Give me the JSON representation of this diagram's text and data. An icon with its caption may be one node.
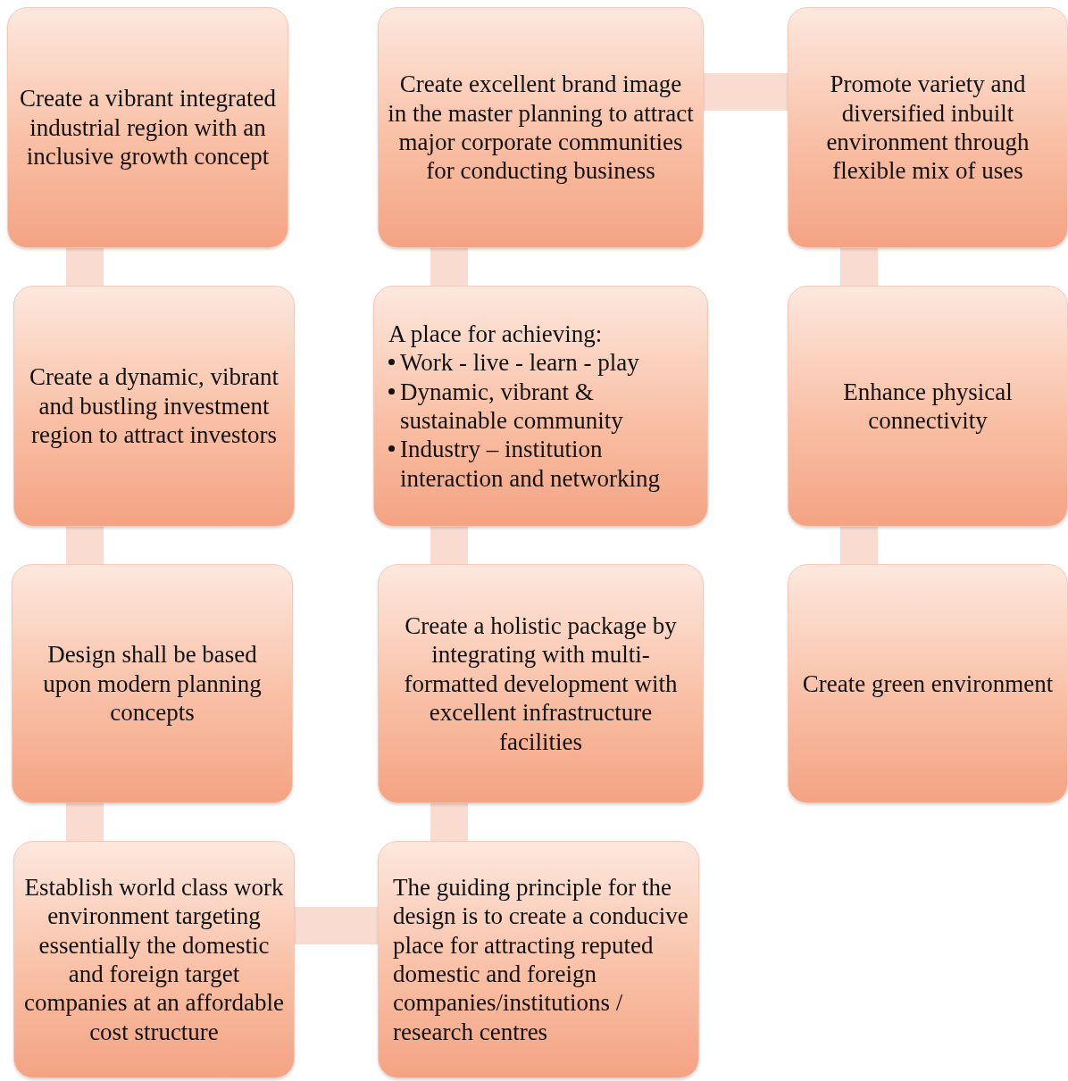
{
  "diagram": {
    "nodes": [
      {
        "text": [
          "Create a vibrant integrated industrial region with an inclusive growth concept"
        ]
      },
      {
        "text": [
          "Create a dynamic, vibrant and bustling investment region to attract investors"
        ]
      },
      {
        "text": [
          "Design shall be based upon modern planning concepts"
        ]
      },
      {
        "text": [
          "Establish world class work environment targeting essentially the domestic and foreign target companies at an affordable cost structure"
        ]
      },
      {
        "text": [
          "The guiding principle for the design is to create a conducive place for attracting reputed domestic and foreign companies/institutions / research centres"
        ]
      },
      {
        "text": [
          "Create a holistic package by integrating with multi- formatted development with excellent infrastructure facilities"
        ]
      },
      {
        "text": [
          "A place for achieving:",
          "Work - live - learn - play",
          "Dynamic, vibrant & sustainable community",
          "Industry – institution interaction and networking"
        ]
      },
      {
        "text": [
          "Create excellent brand image in the master planning to attract major corporate communities for conducting business"
        ]
      },
      {
        "text": [
          "Promote variety and diversified inbuilt environment through flexible mix of uses"
        ]
      },
      {
        "text": [
          "Enhance physical connectivity"
        ]
      },
      {
        "text": [
          "Create green environment"
        ]
      }
    ],
    "edges": [
      {
        "from": 0,
        "to": 1,
        "arrow": "none"
      },
      {
        "from": 1,
        "to": 2,
        "arrow": "none"
      },
      {
        "from": 2,
        "to": 3,
        "arrow": "none"
      },
      {
        "from": 3,
        "to": 4,
        "arrow": "none"
      },
      {
        "from": 4,
        "to": 5,
        "arrow": "none"
      },
      {
        "from": 5,
        "to": 6,
        "arrow": "none"
      },
      {
        "from": 6,
        "to": 7,
        "arrow": "none"
      },
      {
        "from": 7,
        "to": 8,
        "arrow": "none"
      },
      {
        "from": 8,
        "to": 9,
        "arrow": "none"
      },
      {
        "from": 9,
        "to": 10,
        "arrow": "none"
      }
    ]
  }
}
